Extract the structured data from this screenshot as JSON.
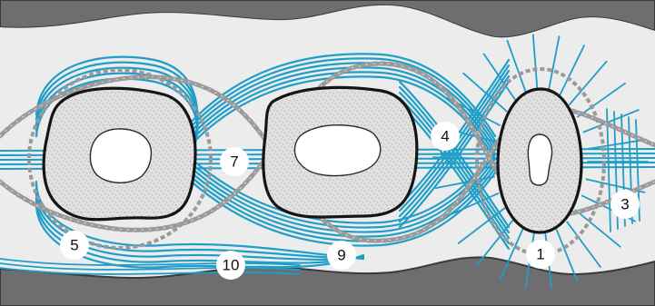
{
  "colors": {
    "gum": "#6e6e70",
    "gum_edge": "#3a3a3c",
    "band_fill": "#ececec",
    "fiber": "#1f9ec8",
    "fiber_dark": "#1482a8",
    "root": "#dedede",
    "root_outline": "#151515",
    "canal": "#ffffff",
    "braid": "#9a9a9a",
    "label_bg": "#ffffff"
  },
  "labels": [
    "1",
    "3",
    "4",
    "5",
    "7",
    "9",
    "10"
  ],
  "icons": [
    "tooth-root-cross-section",
    "periodontal-fiber-group",
    "gingiva-band"
  ]
}
